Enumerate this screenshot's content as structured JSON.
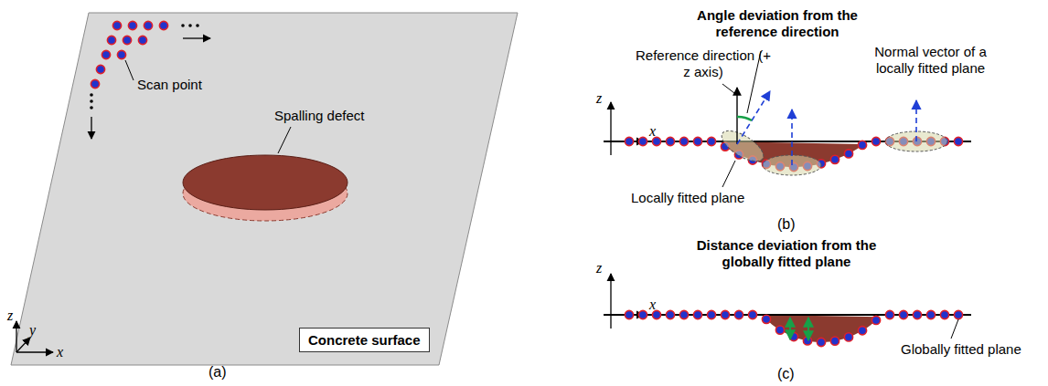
{
  "diagram": {
    "nodes": [
      {
        "text": [
          "Concrete surface"
        ]
      }
    ],
    "labels": [
      "Scan point",
      "Spalling defect",
      "(a)",
      "z",
      "y",
      "x",
      "Angle deviation from the reference direction",
      "Reference direction (+ z axis)",
      "Normal vector of a locally fitted plane",
      "Locally fitted plane",
      "(b)",
      "z",
      "x",
      "Distance deviation from the globally fitted plane",
      "Globally fitted plane",
      "(c)",
      "z",
      "x"
    ]
  }
}
